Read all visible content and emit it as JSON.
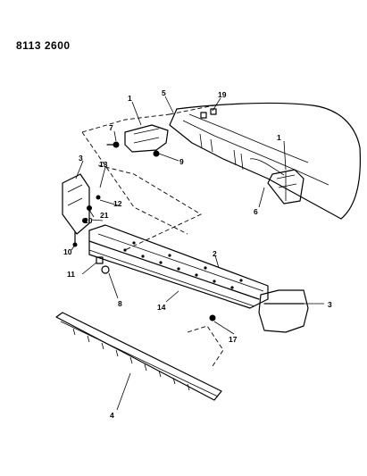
{
  "diagram": {
    "code": "8113 2600",
    "callouts": [
      "1",
      "5",
      "19",
      "7",
      "9",
      "1",
      "3",
      "13",
      "12",
      "20",
      "21",
      "10",
      "6",
      "2",
      "11",
      "8",
      "14",
      "3",
      "17",
      "4"
    ]
  }
}
